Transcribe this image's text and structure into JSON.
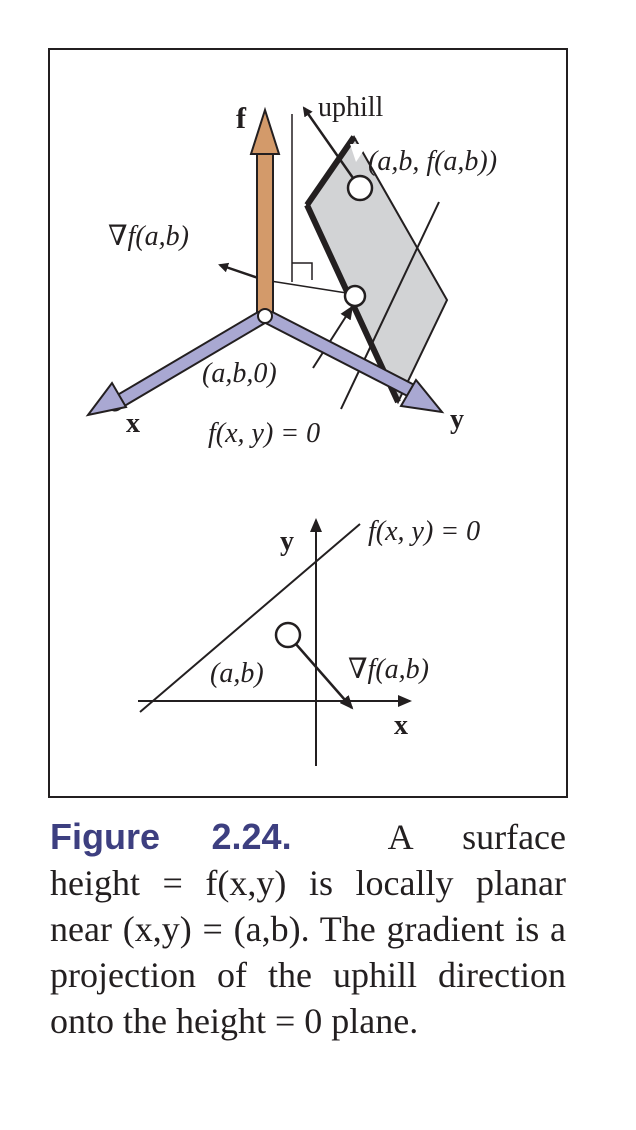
{
  "figure": {
    "top_diagram": {
      "axis_f_label": "f",
      "axis_x_label": "x",
      "axis_y_label": "y",
      "uphill_label": "uphill",
      "point_surface_label": "(a,b, f(a,b))",
      "gradient_label": "∇f(a,b)",
      "origin_label": "(a,b,0)",
      "zero_line_label": "f(x, y) = 0"
    },
    "bottom_diagram": {
      "axis_y_label": "y",
      "axis_x_label": "x",
      "zero_line_label": "f(x, y) = 0",
      "point_label": "(a,b)",
      "gradient_label": "∇f(a,b)"
    }
  },
  "caption": {
    "label": "Figure 2.24.",
    "text": "A surface height = f(x,y) is locally planar near (x,y) = (a,b). The gradient is a projection of the uphill direction onto the height = 0 plane."
  },
  "colors": {
    "caption_label": "#3d3f80",
    "f_axis": "#d39a6a",
    "xy_axes": "#a9a8d2",
    "plane_fill": "#d2d3d5",
    "ink": "#231f20"
  }
}
